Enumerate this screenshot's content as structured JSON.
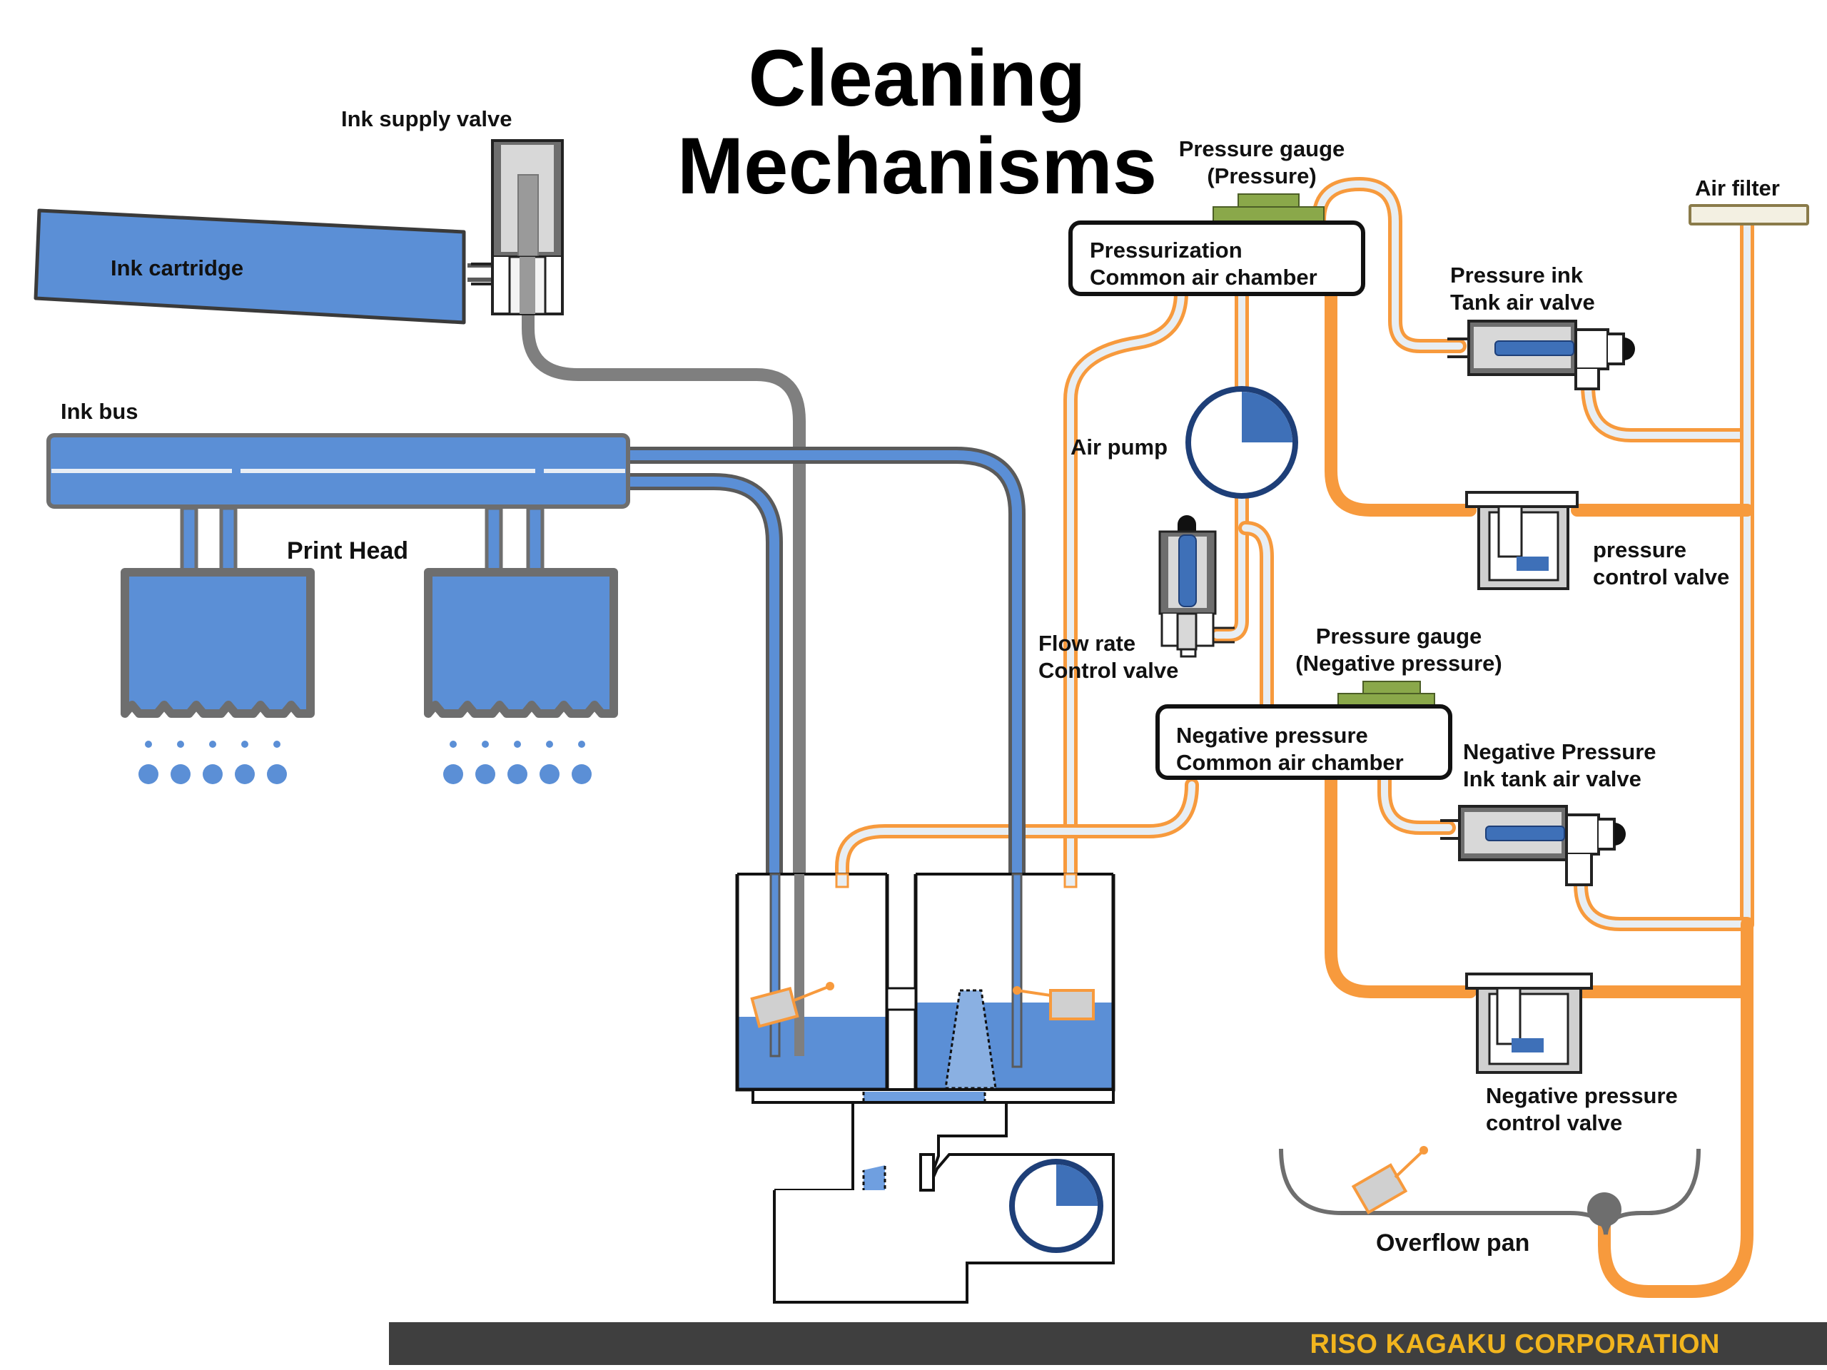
{
  "title": {
    "line1": "Cleaning",
    "line2": "Mechanisms"
  },
  "labels": {
    "ink_supply_valve": "Ink supply valve",
    "ink_cartridge": "Ink cartridge",
    "ink_bus": "Ink bus",
    "print_head": "Print Head",
    "pressure_gauge_pressure_1": "Pressure gauge",
    "pressure_gauge_pressure_2": "(Pressure)",
    "pressurization_chamber_1": "Pressurization",
    "pressurization_chamber_2": "Common air chamber",
    "air_filter": "Air filter",
    "pressure_ink_tank_valve_1": "Pressure ink",
    "pressure_ink_tank_valve_2": "Tank air valve",
    "air_pump": "Air pump",
    "pressure_control_valve_1": "pressure",
    "pressure_control_valve_2": "control valve",
    "flow_rate_valve_1": "Flow rate",
    "flow_rate_valve_2": "Control valve",
    "pressure_gauge_negative_1": "Pressure gauge",
    "pressure_gauge_negative_2": "(Negative pressure)",
    "negative_chamber_1": "Negative pressure",
    "negative_chamber_2": "Common air chamber",
    "negative_ink_tank_valve_1": "Negative Pressure",
    "negative_ink_tank_valve_2": "Ink tank air valve",
    "negative_control_valve_1": "Negative pressure",
    "negative_control_valve_2": "control valve",
    "overflow_pan": "Overflow pan"
  },
  "footer": {
    "company": "RISO KAGAKU CORPORATION"
  },
  "colors": {
    "ink_blue": "#5b8fd6",
    "ink_blue_dark": "#3e70b8",
    "grey_pipe": "#808080",
    "air_orange": "#f79a3d",
    "gauge_green": "#8aa84a",
    "pump_navy": "#1e3f78",
    "footer_bg": "#3f3f3f",
    "footer_text": "#f2b51e"
  },
  "icons": [
    "ink-cartridge-icon",
    "valve-icon",
    "air-pump-icon",
    "pressure-gauge-icon",
    "ink-tank-icon",
    "print-head-icon",
    "overflow-pan-icon"
  ]
}
